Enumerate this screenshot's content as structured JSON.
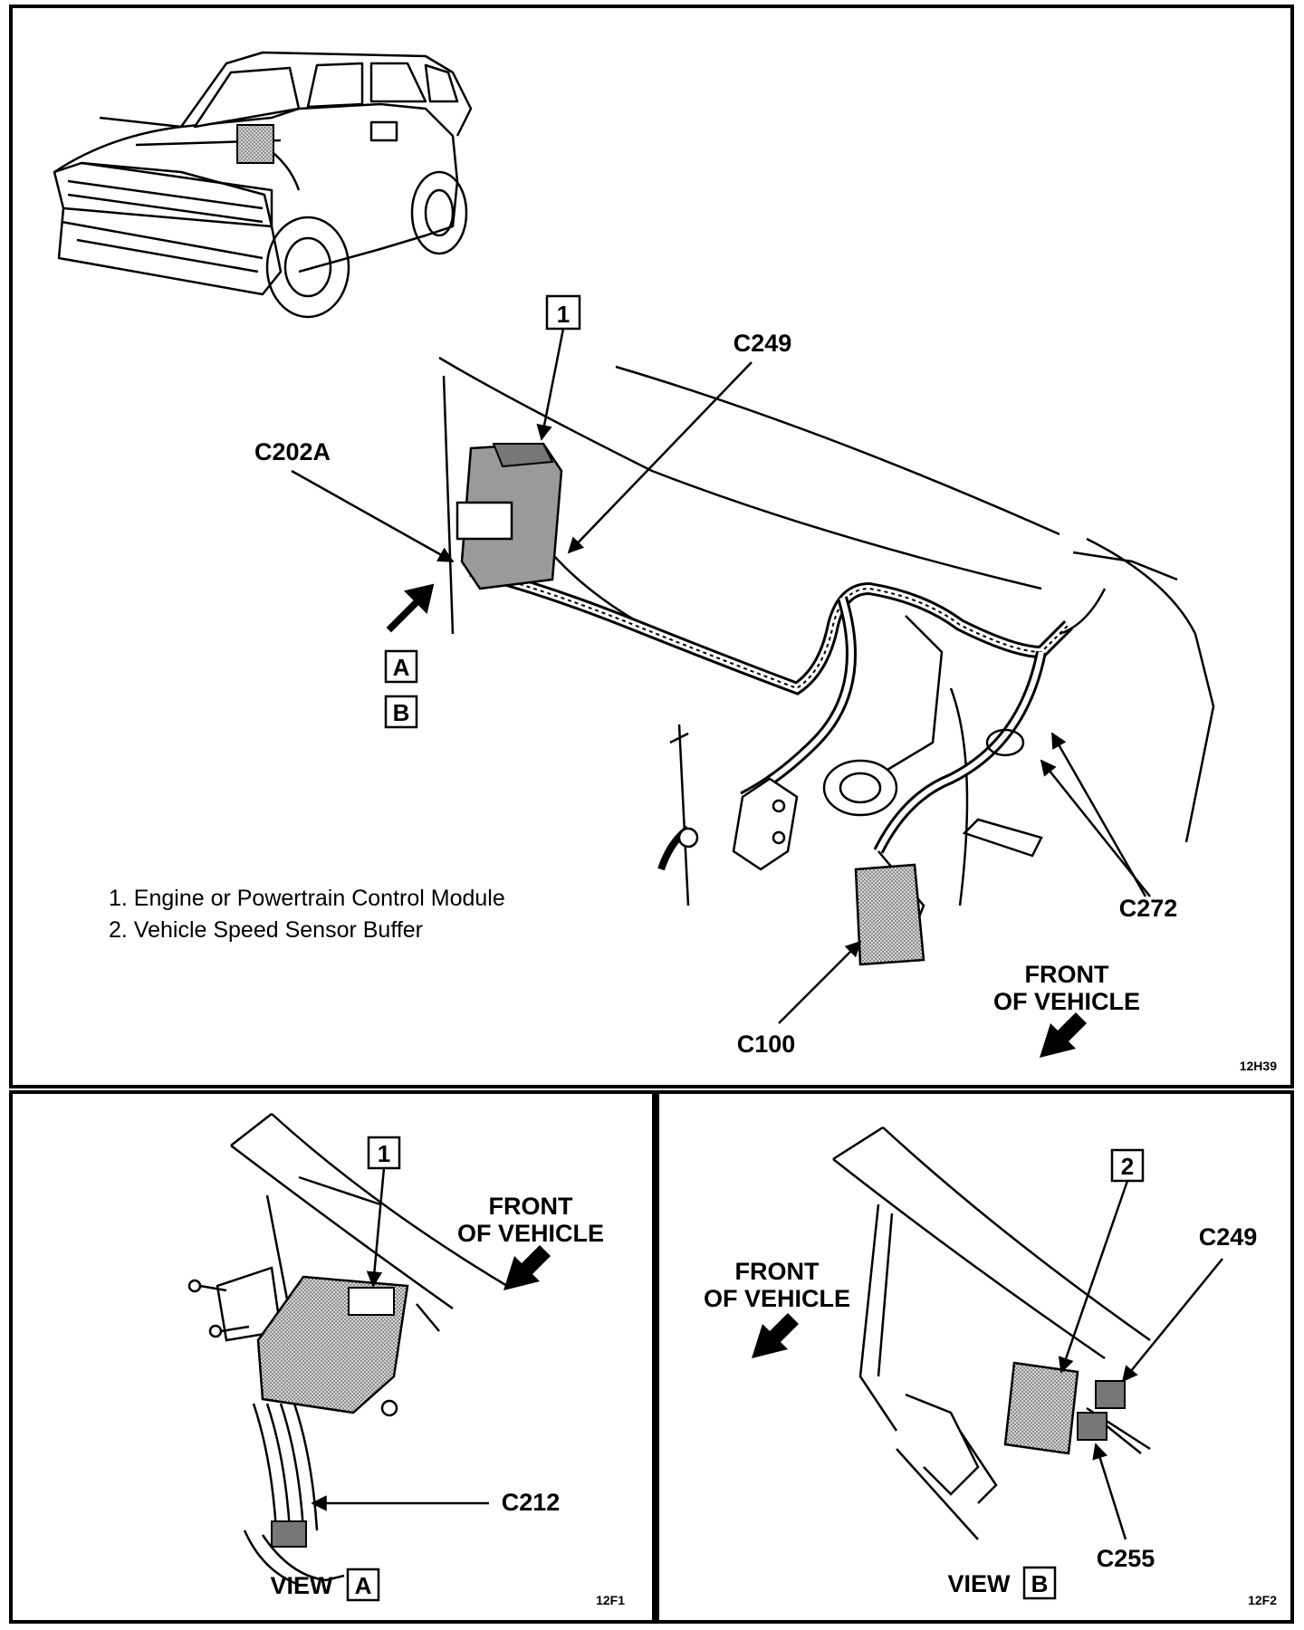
{
  "main_view": {
    "callout_1": "1",
    "labels": {
      "c249": "C249",
      "c202a": "C202A",
      "c272": "C272",
      "c100": "C100"
    },
    "view_refs": [
      "A",
      "B"
    ],
    "legend": [
      "1.  Engine or Powertrain Control Module",
      "2.  Vehicle Speed Sensor Buffer"
    ],
    "front_label_line1": "FRONT",
    "front_label_line2": "OF VEHICLE",
    "figure_code": "12H39"
  },
  "view_a": {
    "callout": "1",
    "front_label_line1": "FRONT",
    "front_label_line2": "OF VEHICLE",
    "c212": "C212",
    "view_word": "VIEW",
    "view_letter": "A",
    "figure_code": "12F1"
  },
  "view_b": {
    "callout": "2",
    "front_label_line1": "FRONT",
    "front_label_line2": "OF VEHICLE",
    "c249": "C249",
    "c255": "C255",
    "view_word": "VIEW",
    "view_letter": "B",
    "figure_code": "12F2"
  },
  "colors": {
    "ink": "#000000",
    "paper": "#ffffff",
    "shade": "#b8b8b8"
  }
}
